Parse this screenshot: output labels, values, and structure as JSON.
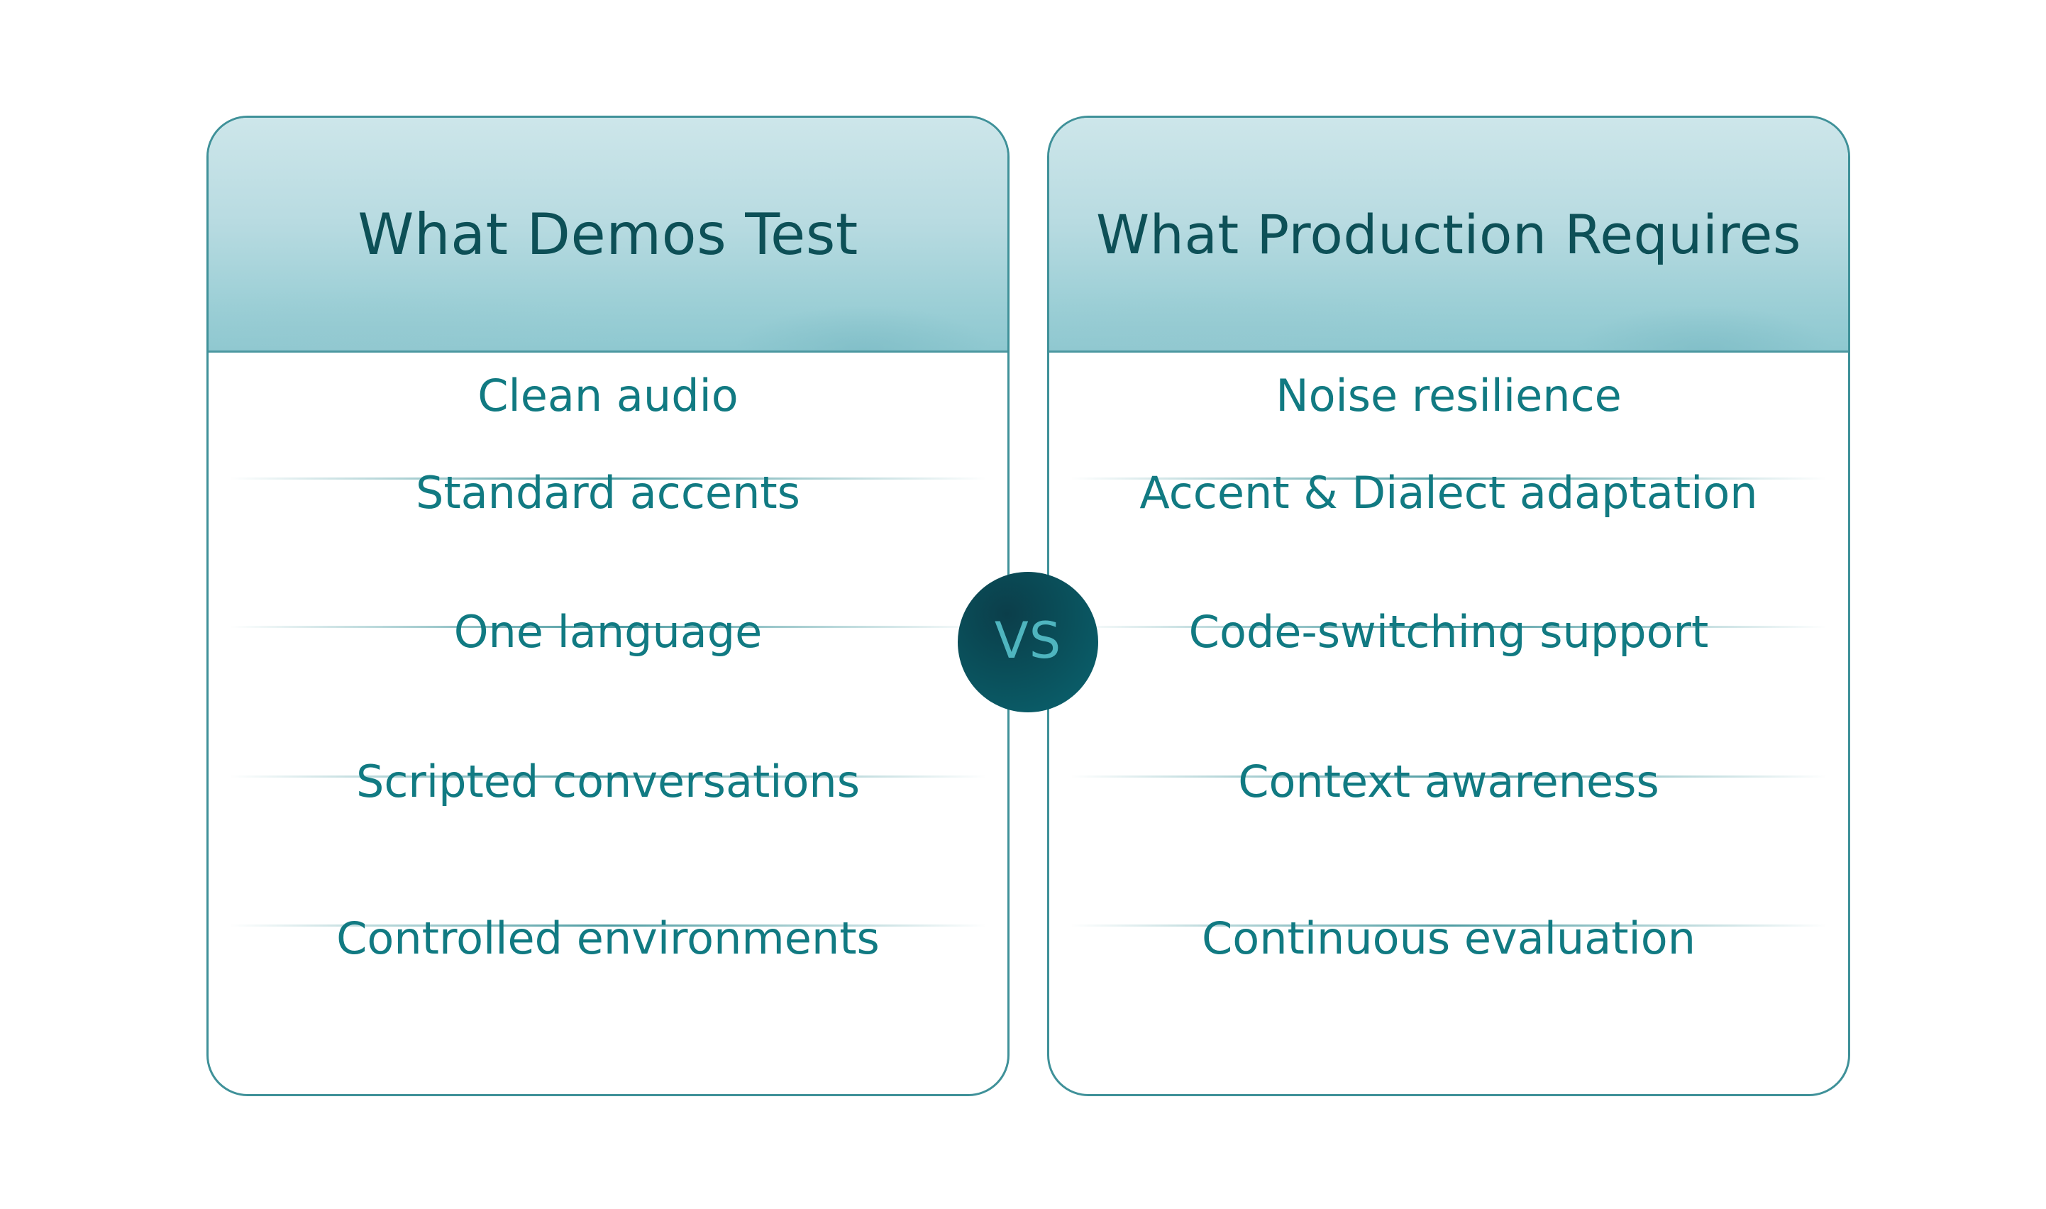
{
  "left_card": {
    "title": "What Demos Test",
    "items": [
      "Clean audio",
      "Standard accents",
      "One language",
      "Scripted conversations",
      "Controlled environments"
    ]
  },
  "right_card": {
    "title": "What Production Requires",
    "items": [
      "Noise resilience",
      "Accent & Dialect adaptation",
      "Code-switching support",
      "Context awareness",
      "Continuous evaluation"
    ]
  },
  "vs_badge": {
    "label": "VS"
  },
  "colors": {
    "title_text": "#0d5057",
    "item_text": "#117a82",
    "border": "#3f9199",
    "header_light": "#cde6ea",
    "header_dark": "#8ec8d0",
    "badge_dark": "#0b3e4a",
    "badge_light": "#0a6470",
    "badge_text": "#4fb5bf"
  }
}
